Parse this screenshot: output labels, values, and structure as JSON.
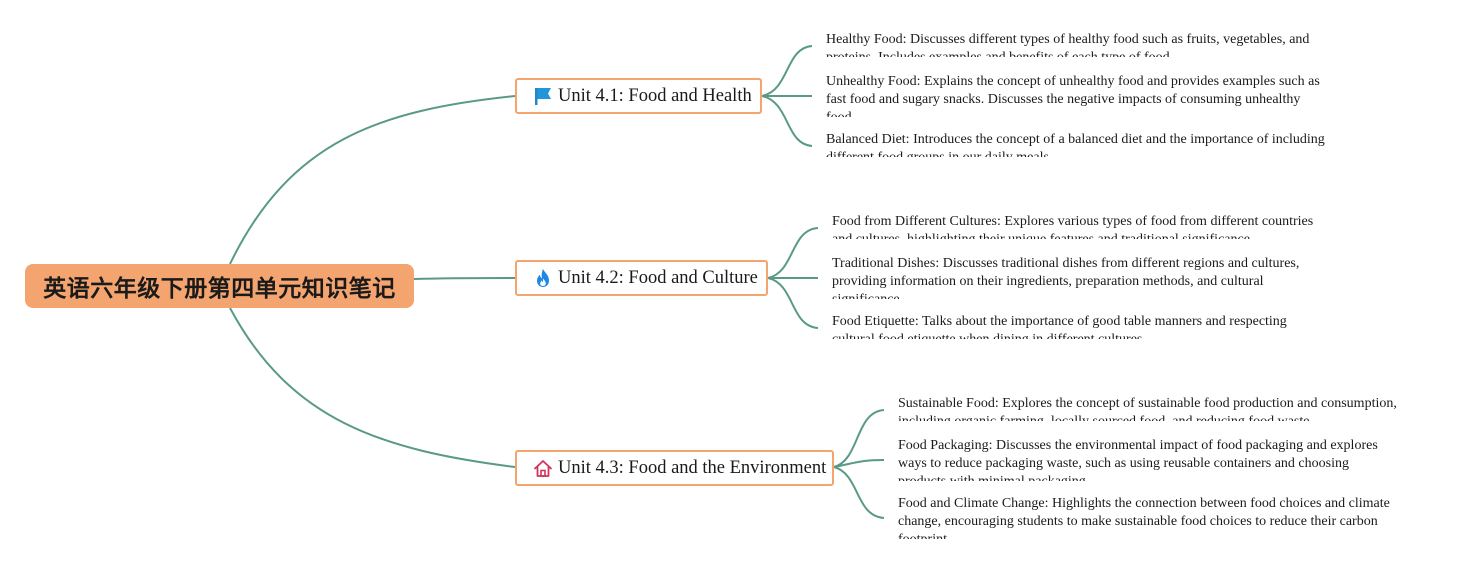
{
  "root": {
    "title": "英语六年级下册第四单元知识笔记"
  },
  "colors": {
    "link": "#5a9a85",
    "root_fill": "#f4a46e",
    "topic_border": "#f4a46e"
  },
  "topics": [
    {
      "label": "Unit 4.1: Food and Health",
      "icon": "flag-icon",
      "notes": [
        "Healthy Food: Discusses different types of healthy food such as fruits, vegetables, and proteins. Includes examples and benefits of each type of food.",
        "Unhealthy Food: Explains the concept of unhealthy food and provides examples such as fast food and sugary snacks. Discusses the negative impacts of consuming unhealthy food.",
        "Balanced Diet: Introduces the concept of a balanced diet and the importance of including different food groups in our daily meals."
      ]
    },
    {
      "label": "Unit 4.2: Food and Culture",
      "icon": "fire-icon",
      "notes": [
        "Food from Different Cultures: Explores various types of food from different countries and cultures, highlighting their unique features and traditional significance.",
        "Traditional Dishes: Discusses traditional dishes from different regions and cultures, providing information on their ingredients, preparation methods, and cultural significance.",
        "Food Etiquette: Talks about the importance of good table manners and respecting cultural food etiquette when dining in different cultures."
      ]
    },
    {
      "label": "Unit 4.3: Food and the Environment",
      "icon": "house-icon",
      "notes": [
        "Sustainable Food: Explores the concept of sustainable food production and consumption, including organic farming, locally sourced food, and reducing food waste.",
        "Food Packaging: Discusses the environmental impact of food packaging and explores ways to reduce packaging waste, such as using reusable containers and choosing products with minimal packaging.",
        "Food and Climate Change: Highlights the connection between food choices and climate change, encouraging students to make sustainable food choices to reduce their carbon footprint."
      ]
    }
  ]
}
